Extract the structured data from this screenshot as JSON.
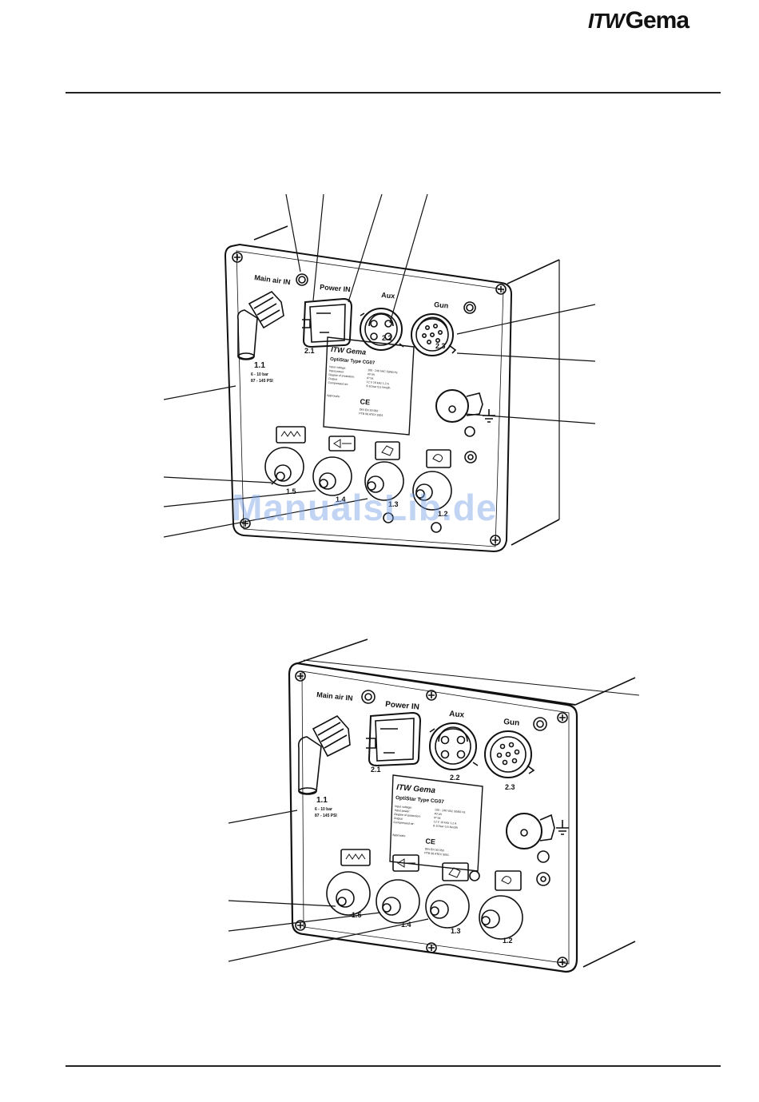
{
  "header": {
    "brand_prefix": "ITW",
    "brand_name": "Gema"
  },
  "watermark": "ManualsLib.de",
  "figure1": {
    "main_air_label": "Main air IN",
    "power_label": "Power IN",
    "aux_label": "Aux",
    "gun_label": "Gun",
    "p11": "1.1",
    "p11_range1": "6 - 10 bar",
    "p11_range2": "87 - 145 PSI",
    "p21": "2.1",
    "p22": "2.2",
    "p23": "2.3",
    "p15": "1.5",
    "p14": "1.4",
    "p13": "1.3",
    "p12": "1.2",
    "plate_brand": "ITW Gema",
    "plate_title": "OptiStar   Type CG07",
    "plate_row1": "Input voltage:",
    "plate_row2": "Input power:",
    "plate_row3": "Degree of protection:",
    "plate_row4": "Output:",
    "plate_row5": "Compressed air:",
    "plate_approvals": "Approvals:",
    "plate_val1": "100 - 240 VAC  50/60 Hz",
    "plate_val2": "40 VA",
    "plate_val3": "IP 54",
    "plate_val4": "12 V   10 kHz   1,2 A",
    "plate_val5": "6-10 bar   0,5 Nm3/h",
    "plate_ce": "CE",
    "plate_cert1": "DIN EN 50 050",
    "plate_cert2": "PTB 06 ATEX 5001"
  },
  "figure2": {
    "main_air_label": "Main air IN",
    "power_label": "Power IN",
    "aux_label": "Aux",
    "gun_label": "Gun",
    "p11": "1.1",
    "p11_range1": "6 - 10 bar",
    "p11_range2": "87 - 145 PSI",
    "p21": "2.1",
    "p22": "2.2",
    "p23": "2.3",
    "p15": "1.5",
    "p14": "1.4",
    "p13": "1.3",
    "p12": "1.2",
    "plate_brand": "ITW Gema",
    "plate_title": "OptiStar   Type CG07",
    "plate_row1": "Input voltage:",
    "plate_row2": "Input power:",
    "plate_row3": "Degree of protection:",
    "plate_row4": "Output:",
    "plate_row5": "Compressed air:",
    "plate_approvals": "Approvals:",
    "plate_val1": "100 - 240 VAC  50/60 Hz",
    "plate_val2": "40 VA",
    "plate_val3": "IP 54",
    "plate_val4": "12 V   10 kHz   1,2 A",
    "plate_val5": "6-10 bar   0,5 Nm3/h",
    "plate_ce": "CE",
    "plate_cert1": "DIN EN 50 050",
    "plate_cert2": "PTB 06 ATEX 5001"
  },
  "colors": {
    "line": "#111111",
    "watermark": "#8fb0e8"
  }
}
